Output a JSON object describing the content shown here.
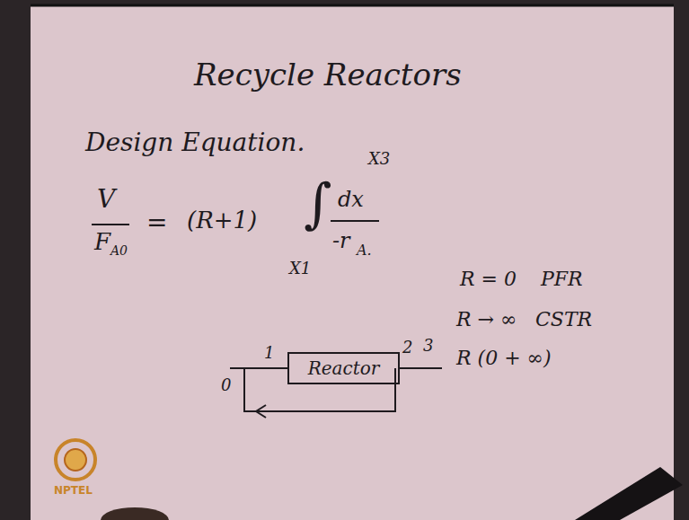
{
  "diagram": {
    "title": "Recycle Reactors",
    "nodes": [
      {
        "text": [
          "Reactor"
        ]
      }
    ],
    "labels": [
      "Design Equation.",
      "V",
      "F",
      "A0",
      "=",
      "(R+1)",
      "∫",
      "X3",
      "X1",
      "dx",
      "-r",
      "A.",
      "R = 0",
      "PFR",
      "R → ∞",
      "CSTR",
      "R (0 + ∞)",
      "0",
      "1",
      "2",
      "3",
      "NPTEL"
    ]
  }
}
